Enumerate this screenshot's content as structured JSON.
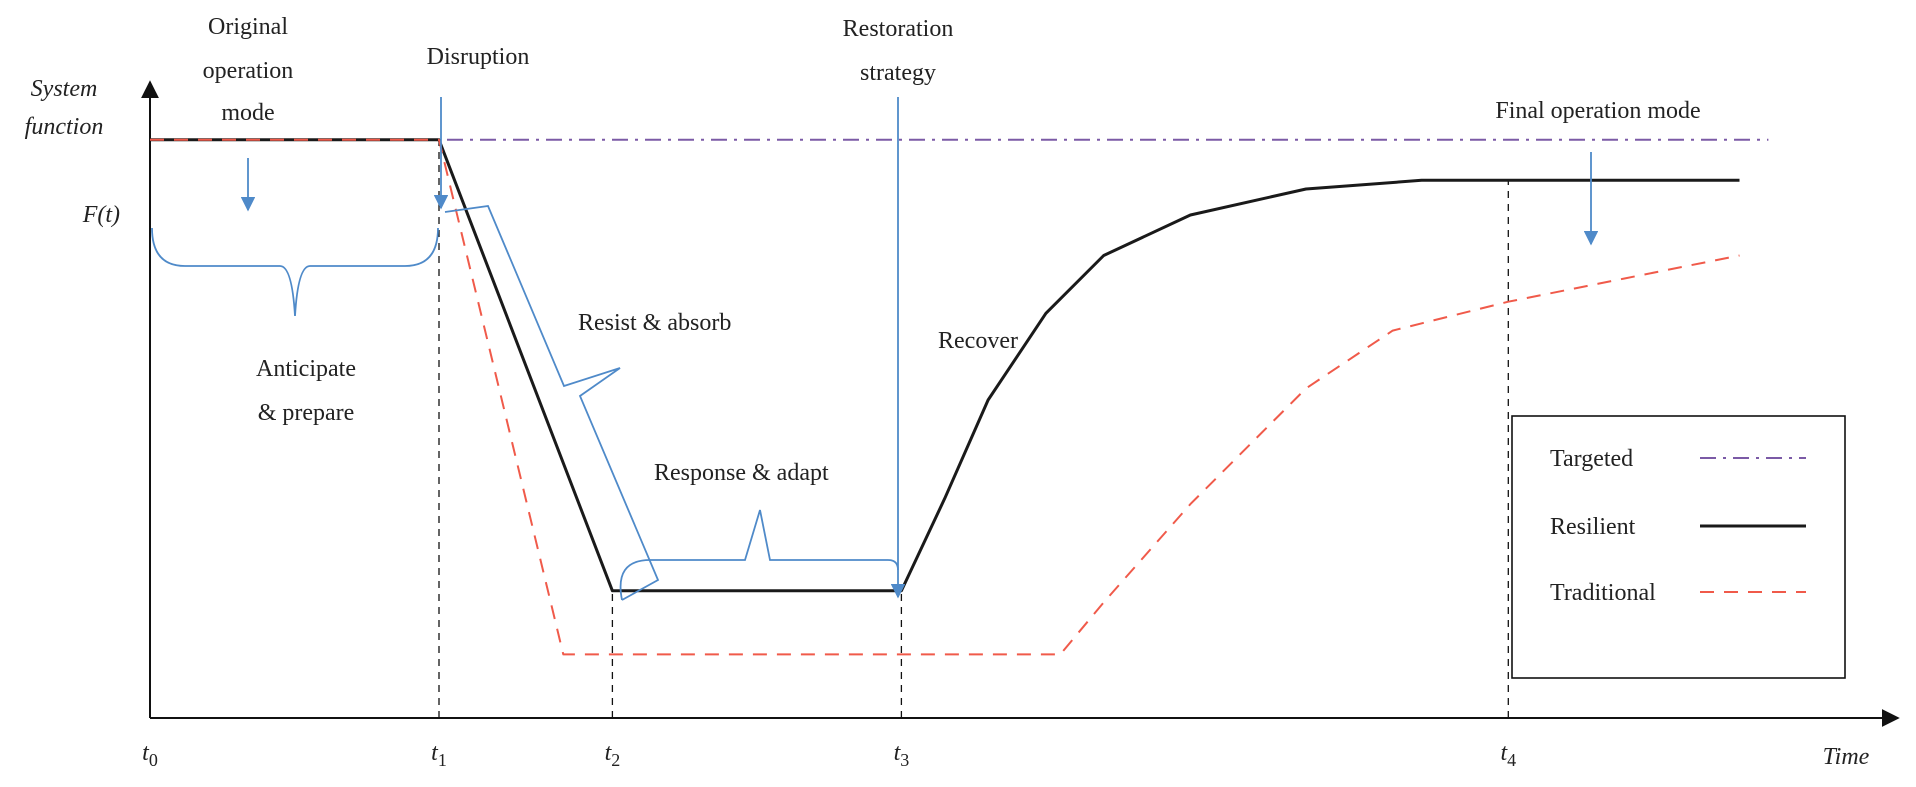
{
  "chart_data": {
    "type": "line",
    "ylabel": [
      "System",
      "function"
    ],
    "xlabel": "Time",
    "y_tick_label": "F(t)",
    "x_ticks": [
      {
        "sym": "t",
        "sub": "0",
        "x": 0
      },
      {
        "sym": "t",
        "sub": "1",
        "x": 1
      },
      {
        "sym": "t",
        "sub": "2",
        "x": 1.6
      },
      {
        "sym": "t",
        "sub": "3",
        "x": 2.6
      },
      {
        "sym": "t",
        "sub": "4",
        "x": 4.7
      }
    ],
    "xlim": [
      0,
      6
    ],
    "ylim": [
      0,
      1.1
    ],
    "target_level": 1,
    "series": [
      {
        "name": "Targeted",
        "color": "#7b5aa6",
        "style": "dashdot",
        "points": [
          [
            0,
            1
          ],
          [
            5.6,
            1
          ]
        ]
      },
      {
        "name": "Resilient",
        "color": "#1a1a1a",
        "style": "solid",
        "points": [
          [
            0,
            1
          ],
          [
            1,
            1
          ],
          [
            1.6,
            0.22
          ],
          [
            2.6,
            0.22
          ],
          [
            2.75,
            0.38
          ],
          [
            2.9,
            0.55
          ],
          [
            3.1,
            0.7
          ],
          [
            3.3,
            0.8
          ],
          [
            3.6,
            0.87
          ],
          [
            4.0,
            0.915
          ],
          [
            4.4,
            0.93
          ],
          [
            4.7,
            0.93
          ],
          [
            5.5,
            0.93
          ]
        ]
      },
      {
        "name": "Traditional",
        "color": "#f05a4a",
        "style": "dashed",
        "points": [
          [
            0,
            1
          ],
          [
            1,
            1
          ],
          [
            1.43,
            0.11
          ],
          [
            3.15,
            0.11
          ],
          [
            3.3,
            0.2
          ],
          [
            3.6,
            0.37
          ],
          [
            4.0,
            0.57
          ],
          [
            4.3,
            0.67
          ],
          [
            4.7,
            0.72
          ],
          [
            5.1,
            0.76
          ],
          [
            5.5,
            0.8
          ]
        ]
      }
    ],
    "legend_position": "right",
    "annotations": [
      {
        "id": "original",
        "lines": [
          "Original",
          "operation",
          "mode"
        ]
      },
      {
        "id": "disruption",
        "lines": [
          "Disruption"
        ]
      },
      {
        "id": "restoration",
        "lines": [
          "Restoration",
          "strategy"
        ]
      },
      {
        "id": "final",
        "lines": [
          "Final operation mode"
        ]
      },
      {
        "id": "anticipate",
        "lines": [
          "Anticipate",
          "& prepare"
        ]
      },
      {
        "id": "resist",
        "lines": [
          "Resist & absorb"
        ]
      },
      {
        "id": "response",
        "lines": [
          "Response & adapt"
        ]
      },
      {
        "id": "recover",
        "lines": [
          "Recover"
        ]
      }
    ],
    "annotation_color": "#4f8ac9"
  }
}
